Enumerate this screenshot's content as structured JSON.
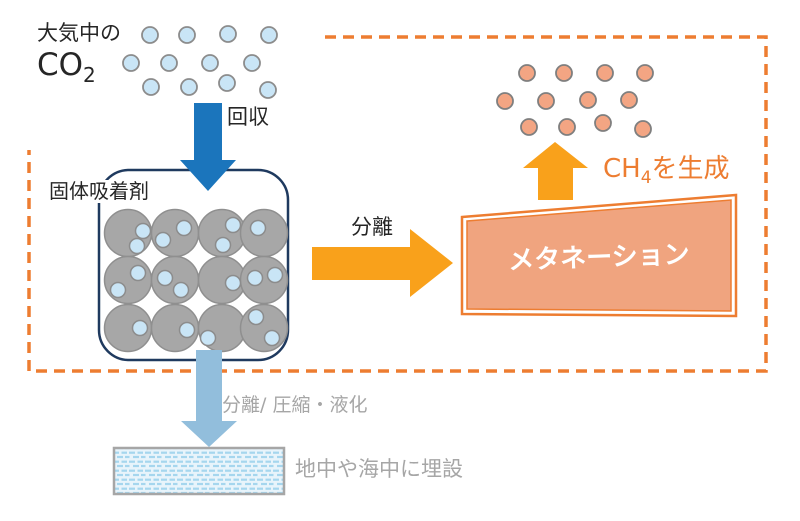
{
  "diagram": {
    "atmosphere": {
      "label": "大気中の",
      "formula_prefix": "CO",
      "formula_subscript": "2",
      "molecule_count": 12
    },
    "capture_arrow": {
      "label": "回収"
    },
    "adsorbent": {
      "label": "固体吸着剤",
      "particle_count": 12
    },
    "separation_arrow": {
      "label": "分離"
    },
    "methanation": {
      "label": "メタネーション"
    },
    "ch4_output": {
      "formula_prefix": "CH",
      "formula_subscript": "4",
      "suffix": "を生成",
      "molecule_count": 12
    },
    "storage_arrow": {
      "label": "分離/ 圧縮・液化"
    },
    "storage": {
      "label": "地中や海中に埋設"
    }
  },
  "colors": {
    "capture_arrow_blue": "#1B75BC",
    "process_orange": "#F9A11B",
    "methanation_fill": "#F0A47F",
    "methanation_border": "#ED7D31",
    "dashed_boundary_orange": "#ED7D31",
    "co2_molecule_fill": "#C9E5F6",
    "co2_molecule_stroke": "#8C8C8C",
    "ch4_molecule_fill": "#F3A583",
    "ch4_molecule_stroke": "#7F7F7F",
    "adsorbent_particle_gray": "#A7A7A7",
    "adsorbent_box_border": "#1F3A5F",
    "storage_arrow_blue": "#92BEDC",
    "storage_fill": "#E8F4FB",
    "storage_hatch": "#A5D6EE",
    "storage_border": "#A6A6A6",
    "muted_text_gray": "#A6A6A6",
    "ch4_text_orange": "#ED7D31"
  }
}
